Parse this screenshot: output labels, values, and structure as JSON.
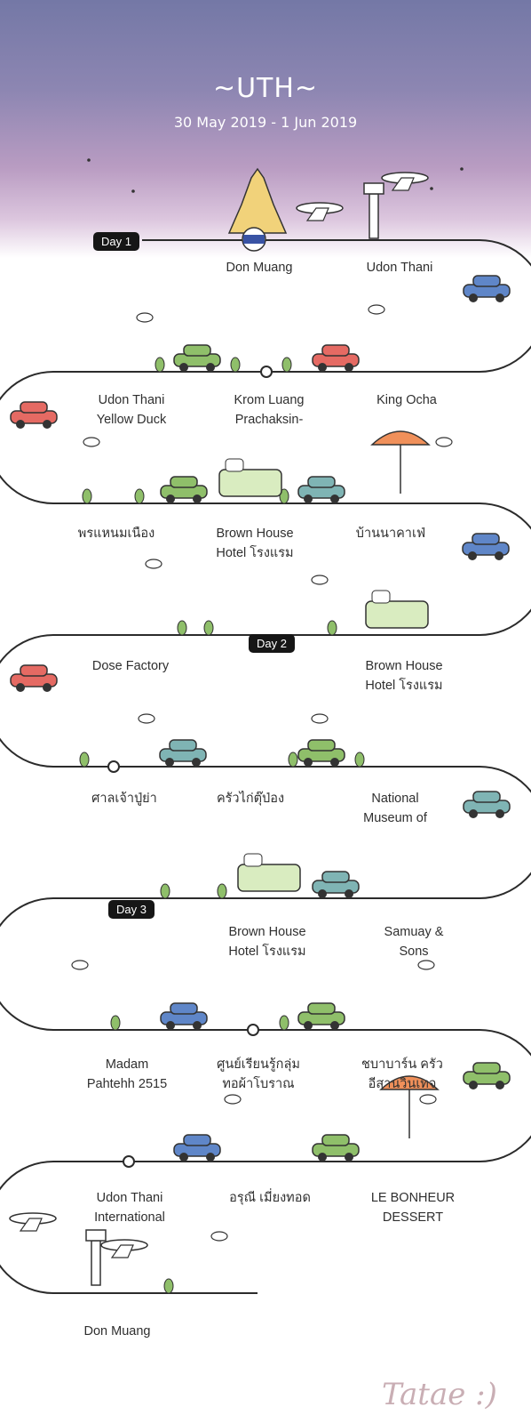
{
  "header": {
    "title": "~UTH~",
    "date_range": "30 May 2019 - 1 Jun 2019"
  },
  "days": [
    "Day 1",
    "Day 2",
    "Day 3"
  ],
  "stops": [
    "Don Muang",
    "Udon Thani",
    "Udon Thani\nYellow Duck",
    "Krom Luang\nPrachaksin-",
    "King Ocha",
    "พรแหนมเนือง",
    "Brown House\nHotel โรงแรม",
    "บ้านนาคาเฟ่",
    "Dose Factory",
    "Brown House\nHotel โรงแรม",
    "ศาลเจ้าปู่ย่า",
    "ครัวไก่ตุ๊ป่อง",
    "National\nMuseum of",
    "Brown House\nHotel โรงแรม",
    "Samuay &\nSons",
    "Madam\nPahtehh 2515",
    "ศูนย์เรียนรู้กลุ่ม\nทอผ้าโบราณ",
    "ชบาบาร์น ครัว\nอีสานวินเทจ",
    "Udon Thani\nInternational",
    "อรุณี เมี่ยงทอด",
    "LE BONHEUR\nDESSERT",
    "Don Muang"
  ],
  "signature": "Tatae :)",
  "colors": {
    "sky_top": "#7478a6",
    "sky_bottom": "#dcc6de",
    "road": "#2b2b2b",
    "day_badge": "#161616",
    "car_red": "#e56a63",
    "car_green": "#8fbf6a",
    "car_blue": "#5f86c8",
    "car_teal": "#7fb4b4",
    "umbrella": "#f0905a"
  }
}
